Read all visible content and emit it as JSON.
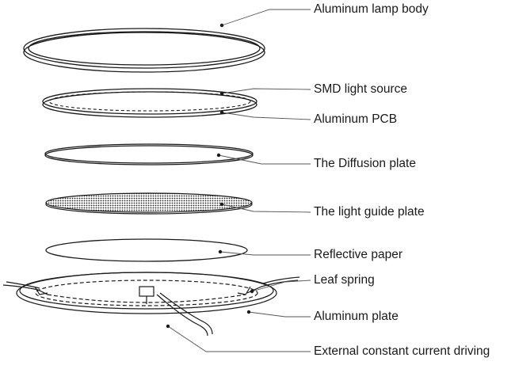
{
  "diagram": {
    "labels": {
      "lamp_body": "Aluminum lamp body",
      "smd_light_source": "SMD light source",
      "aluminum_pcb": "Aluminum PCB",
      "diffusion_plate": "The Diffusion plate",
      "light_guide_plate": "The light guide plate",
      "reflective_paper": "Reflective paper",
      "leaf_spring": "Leaf spring",
      "aluminum_plate": "Aluminum plate",
      "external_driver": "External constant current driving"
    },
    "colors": {
      "line": "#1a1a1a",
      "leader": "#555555",
      "background": "#ffffff"
    }
  }
}
